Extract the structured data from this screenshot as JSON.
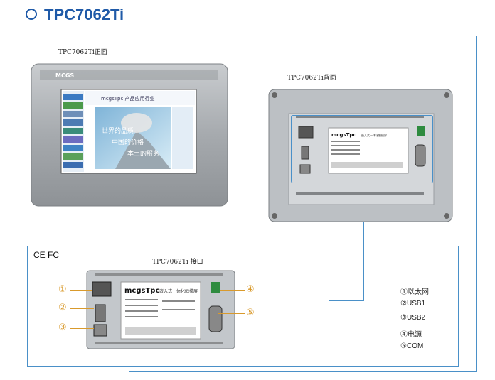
{
  "title": "TPC7062Ti",
  "labels": {
    "front": "TPC7062Ti正面",
    "back": "TPC7062Ti背面",
    "ports": "TPC7062Ti 接口"
  },
  "certification": "CE FC",
  "screen": {
    "header_brand": "mcgsTpc 产品应用行业",
    "slogan_1": "世界的品质",
    "slogan_2": "中国的价格",
    "slogan_3": "本土的服务"
  },
  "bezel_brand": "MCGS",
  "device_label": {
    "brand": "mcgsTpc",
    "product": "嵌入式一体化触摸屏"
  },
  "callouts": [
    "①",
    "②",
    "③",
    "④",
    "⑤"
  ],
  "legend": [
    {
      "num": "①",
      "text": "以太网"
    },
    {
      "num": "②",
      "text": "USB1"
    },
    {
      "num": "③",
      "text": "USB2"
    },
    {
      "num": "④",
      "text": "电源"
    },
    {
      "num": "⑤",
      "text": "COM"
    }
  ],
  "colors": {
    "accent": "#1f5aa8",
    "line": "#4a90c8",
    "callout": "#d99a2c"
  }
}
